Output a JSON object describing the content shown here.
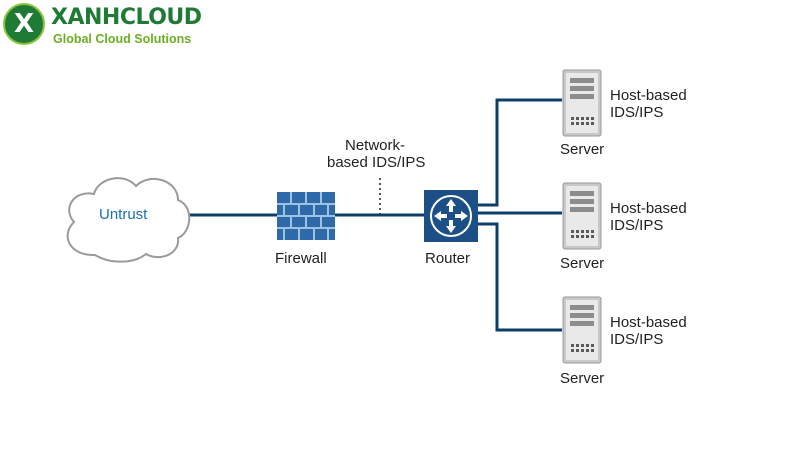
{
  "brand": {
    "name": "XANHCLOUD",
    "tagline": "Global Cloud Solutions",
    "mark_icon": "x-logo-icon",
    "colors": {
      "dark_green": "#1f7a36",
      "light_green": "#6ab023"
    }
  },
  "diagram": {
    "link_color": "#0e3f6b",
    "nodes": {
      "untrust": {
        "label": "Untrust",
        "icon": "cloud-icon"
      },
      "firewall": {
        "label": "Firewall",
        "icon": "brick-wall-icon"
      },
      "nids": {
        "label_line1": "Network-",
        "label_line2": "based IDS/IPS"
      },
      "router": {
        "label": "Router",
        "icon": "router-arrows-icon"
      },
      "servers": [
        {
          "label": "Server",
          "ids_line1": "Host-based",
          "ids_line2": "IDS/IPS",
          "icon": "server-tower-icon"
        },
        {
          "label": "Server",
          "ids_line1": "Host-based",
          "ids_line2": "IDS/IPS",
          "icon": "server-tower-icon"
        },
        {
          "label": "Server",
          "ids_line1": "Host-based",
          "ids_line2": "IDS/IPS",
          "icon": "server-tower-icon"
        }
      ]
    }
  }
}
